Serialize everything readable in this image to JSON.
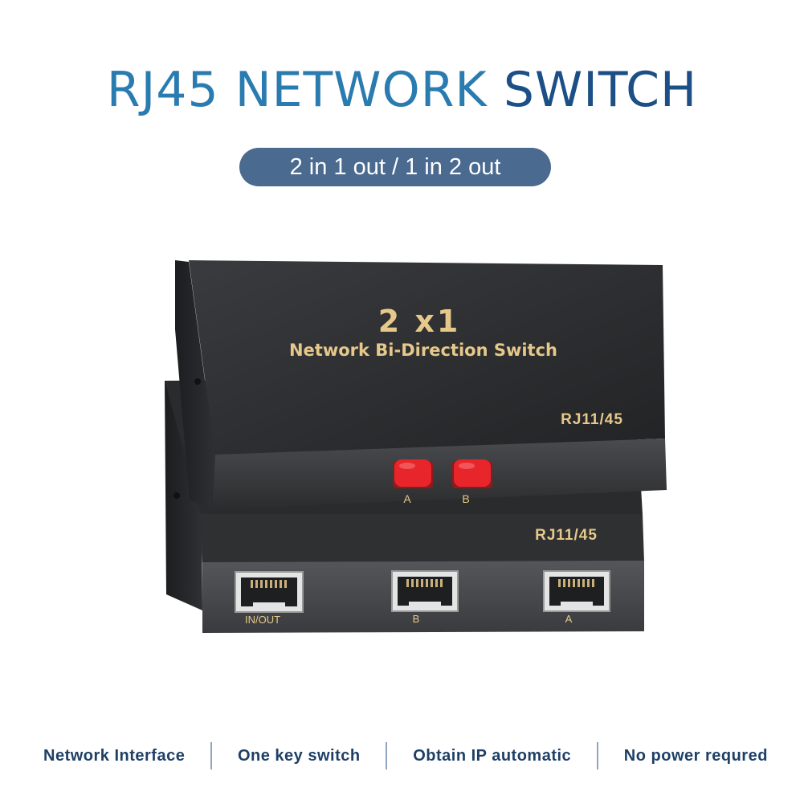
{
  "header": {
    "title_part1": "RJ45 NETWORK ",
    "title_part2": "SWITCH",
    "subtitle": "2 in 1 out / 1 in 2 out"
  },
  "device": {
    "top_label_big": "2 x1",
    "top_label_small": "Network Bi-Direction Switch",
    "model_top": "RJ11/45",
    "model_bottom": "RJ11/45",
    "button_a_label": "A",
    "button_b_label": "B",
    "port_inout_label": "IN/OUT",
    "port_b_label": "B",
    "port_a_label": "A",
    "button_color": "#e8252a",
    "body_color": "#2e2f31",
    "print_color": "#e6c98a"
  },
  "features": [
    "Network Interface",
    "One key switch",
    "Obtain IP automatic",
    "No power requred"
  ],
  "colors": {
    "title_blue": "#2a7bb0",
    "title_dark_blue": "#1b4f86",
    "pill_bg": "#4a6a8f"
  }
}
